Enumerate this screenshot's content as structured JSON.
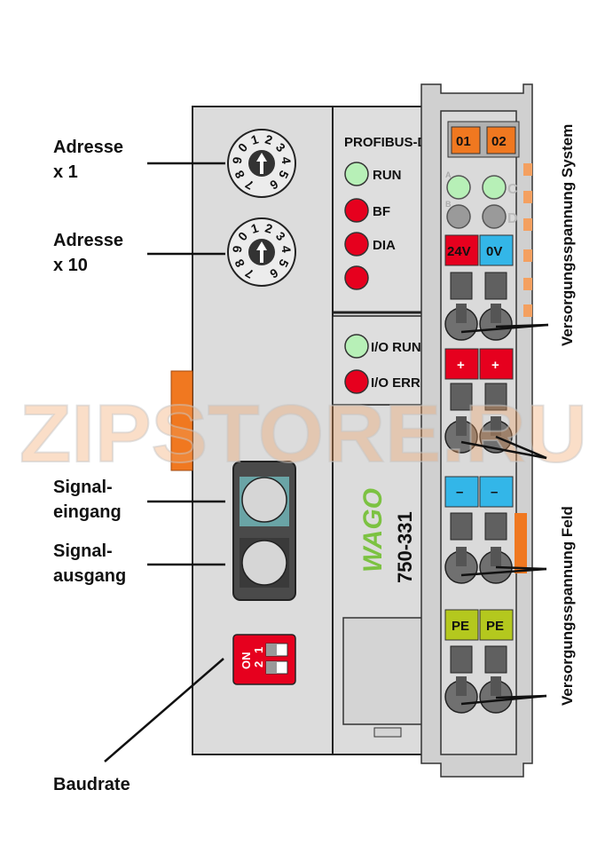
{
  "labels": {
    "adresse_x1": [
      "Adresse",
      "x 1"
    ],
    "adresse_x10": [
      "Adresse",
      "x 10"
    ],
    "signal_eingang": [
      "Signal-",
      "eingang"
    ],
    "signal_ausgang": [
      "Signal-",
      "ausgang"
    ],
    "baudrate": "Baudrate"
  },
  "side_labels": {
    "system": "Versorgungsspannung System",
    "feld": "Versorgungsspannung Feld"
  },
  "module": {
    "header": "PROFIBUS-DP",
    "leds_top": [
      "RUN",
      "BF",
      "DIA"
    ],
    "leds_io": [
      "I/O RUN",
      "I/O ERR"
    ],
    "brand": "WAGO",
    "part_number": "750-331",
    "rotary_digits": "7890123456",
    "dip_text": "ON",
    "dip_numbers": [
      "1",
      "2"
    ]
  },
  "terminals": {
    "top": [
      "01",
      "02"
    ],
    "top_side_letters": [
      "A",
      "C",
      "B",
      "D"
    ],
    "supply": [
      "24V",
      "0V"
    ],
    "plus": [
      "+",
      "+"
    ],
    "minus": [
      "–",
      "–"
    ],
    "pe": [
      "PE",
      "PE"
    ]
  },
  "watermark": "ZIPSTORE.RU",
  "colors": {
    "housing": "#dcdcdc",
    "led_green": "#b7f0b7",
    "led_red": "#e6001e",
    "orange": "#f07820",
    "blue": "#33b6e8",
    "pe_green": "#b4c81e",
    "wago_green": "#7cc242"
  }
}
